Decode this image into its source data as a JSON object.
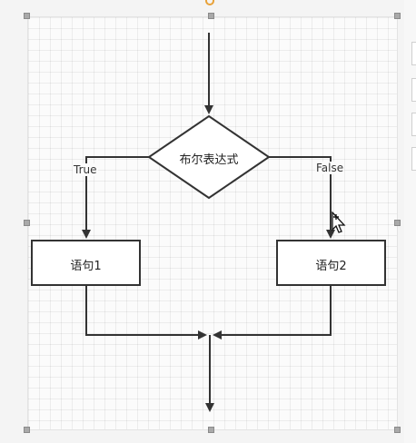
{
  "flowchart": {
    "condition": "布尔表达式",
    "true_branch_label": "True",
    "false_branch_label": "False",
    "statement_1": "语句1",
    "statement_2": "语句2"
  },
  "colors": {
    "stroke": "#333333",
    "node_fill": "#ffffff",
    "grid": "#e6e6e6",
    "selection_handle": "#a9a9a9",
    "rotate_handle": "#e8a23a"
  },
  "icons": [
    "rotate-handle-icon",
    "move-cursor-icon"
  ]
}
